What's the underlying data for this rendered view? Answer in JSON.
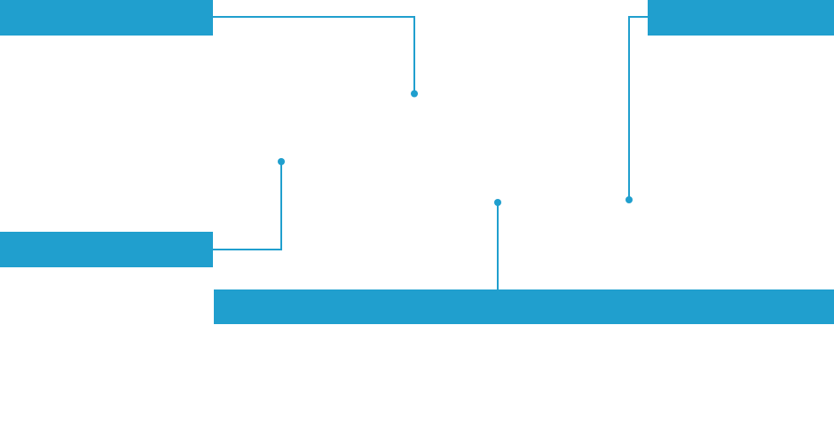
{
  "colors": {
    "accent": "#209fce",
    "background": "#ffffff"
  },
  "callouts": [
    {
      "id": "top-left",
      "label": ""
    },
    {
      "id": "top-right",
      "label": ""
    },
    {
      "id": "mid-left",
      "label": ""
    },
    {
      "id": "bottom",
      "label": ""
    }
  ]
}
